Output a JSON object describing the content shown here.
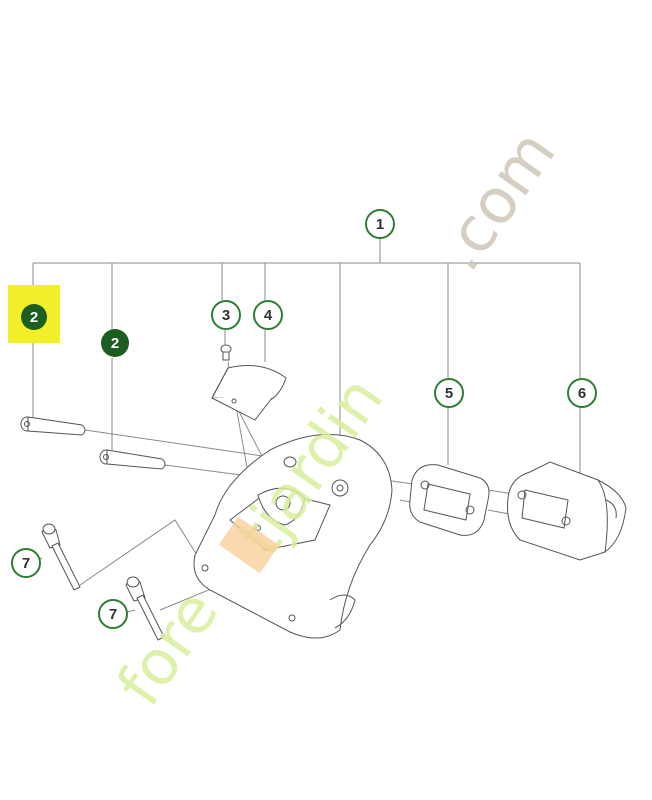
{
  "callouts": [
    {
      "id": "c1",
      "label": "1",
      "style": "outline"
    },
    {
      "id": "c2-highlight",
      "label": "2",
      "style": "highlight"
    },
    {
      "id": "c2",
      "label": "2",
      "style": "filled"
    },
    {
      "id": "c3",
      "label": "3",
      "style": "outline"
    },
    {
      "id": "c4",
      "label": "4",
      "style": "outline"
    },
    {
      "id": "c5",
      "label": "5",
      "style": "outline"
    },
    {
      "id": "c6",
      "label": "6",
      "style": "outline"
    },
    {
      "id": "c7a",
      "label": "7",
      "style": "outline"
    },
    {
      "id": "c7b",
      "label": "7",
      "style": "outline"
    }
  ],
  "watermark": {
    "part1": "fore",
    "part2": "tjardin",
    "part3": ".com"
  },
  "colors": {
    "callout_green": "#2e7d32",
    "callout_filled": "#1b5e20",
    "highlight_yellow": "#f2ee2a",
    "watermark_green": "#d8ef9c",
    "watermark_orange": "#f8cf98",
    "watermark_gray": "#cfc6b8",
    "line_gray": "#8a8a8a"
  }
}
